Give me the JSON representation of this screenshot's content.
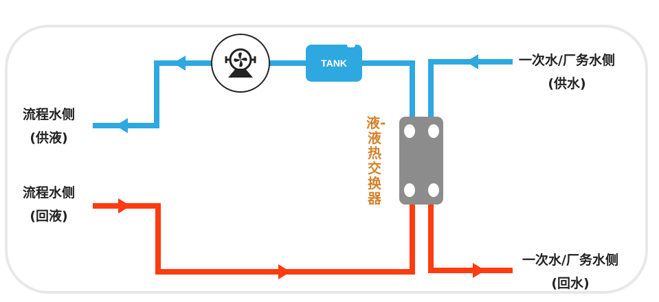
{
  "diagram": {
    "title": "",
    "colors": {
      "supply_pipe": "#2ea8e0",
      "return_pipe": "#ff3b10",
      "exchanger_body": "#8c8c8c",
      "exchanger_label": "#d4822c",
      "frame_border": "#e8e8e8",
      "text": "#222222"
    },
    "labels": {
      "process_supply_line1": "流程水侧",
      "process_supply_line2": "(供液)",
      "process_return_line1": "流程水侧",
      "process_return_line2": "(回液)",
      "primary_supply_line1": "一次水/厂务水侧",
      "primary_supply_line2": "(供水)",
      "primary_return_line1": "一次水/厂务水侧",
      "primary_return_line2": "(回水)",
      "exchanger": "液-液热交换器",
      "tank": "TANK"
    },
    "components": [
      {
        "name": "pump",
        "icon": "pump-icon"
      },
      {
        "name": "tank",
        "icon": "tank-icon"
      },
      {
        "name": "plate-heat-exchanger",
        "icon": "heat-exchanger-icon"
      }
    ],
    "flows": [
      {
        "pipe": "process-supply",
        "direction": "left",
        "color": "blue"
      },
      {
        "pipe": "process-return",
        "direction": "right",
        "color": "red"
      },
      {
        "pipe": "primary-supply",
        "direction": "left",
        "color": "blue"
      },
      {
        "pipe": "primary-return",
        "direction": "right",
        "color": "red"
      }
    ]
  }
}
